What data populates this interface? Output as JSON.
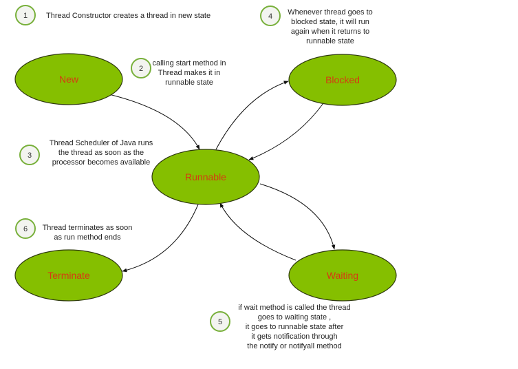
{
  "states": {
    "new": "New",
    "blocked": "Blocked",
    "runnable": "Runnable",
    "terminate": "Terminate",
    "waiting": "Waiting"
  },
  "notes": [
    {
      "number": "1",
      "lines": [
        "Thread Constructor creates a thread in new state"
      ]
    },
    {
      "number": "2",
      "lines": [
        "calling start method in",
        "Thread makes it in",
        "runnable state"
      ]
    },
    {
      "number": "3",
      "lines": [
        "Thread Scheduler of Java runs",
        "the thread as soon as the",
        "processor becomes available"
      ]
    },
    {
      "number": "4",
      "lines": [
        "Whenever thread goes to",
        "blocked state, it will run",
        "again when it returns to",
        "runnable state"
      ]
    },
    {
      "number": "5",
      "lines": [
        "if wait method is called the thread",
        "goes to waiting state ,",
        "it goes to runnable state after",
        "it gets notification through",
        "the notify or notifyall method"
      ]
    },
    {
      "number": "6",
      "lines": [
        "Thread terminates as soon",
        "as run method ends"
      ]
    }
  ],
  "colors": {
    "state_fill": "#85bf00",
    "state_label": "#d63a12",
    "badge_ring": "#78b03b"
  }
}
